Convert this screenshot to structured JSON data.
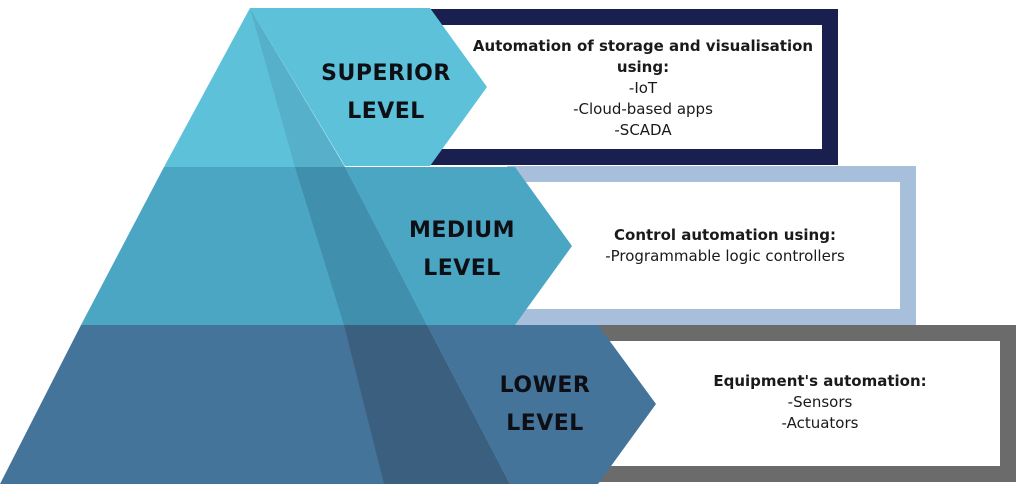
{
  "levels": {
    "superior": {
      "label_line1": "SUPERIOR",
      "label_line2": "LEVEL",
      "heading": "Automation of storage and visualisation using:",
      "items": [
        "-IoT",
        "-Cloud-based apps",
        "-SCADA"
      ],
      "frame_color": "#19204f",
      "tier_color": "#5cc1d9"
    },
    "medium": {
      "label_line1": "MEDIUM",
      "label_line2": "LEVEL",
      "heading": "Control automation using:",
      "items": [
        "-Programmable logic controllers"
      ],
      "frame_color": "#a8bfdc",
      "tier_color": "#4ba6c3"
    },
    "lower": {
      "label_line1": "LOWER",
      "label_line2": "LEVEL",
      "heading": "Equipment's automation:",
      "items": [
        "-Sensors",
        "-Actuators"
      ],
      "frame_color": "#6b6b6b",
      "tier_color": "#45749a"
    }
  }
}
